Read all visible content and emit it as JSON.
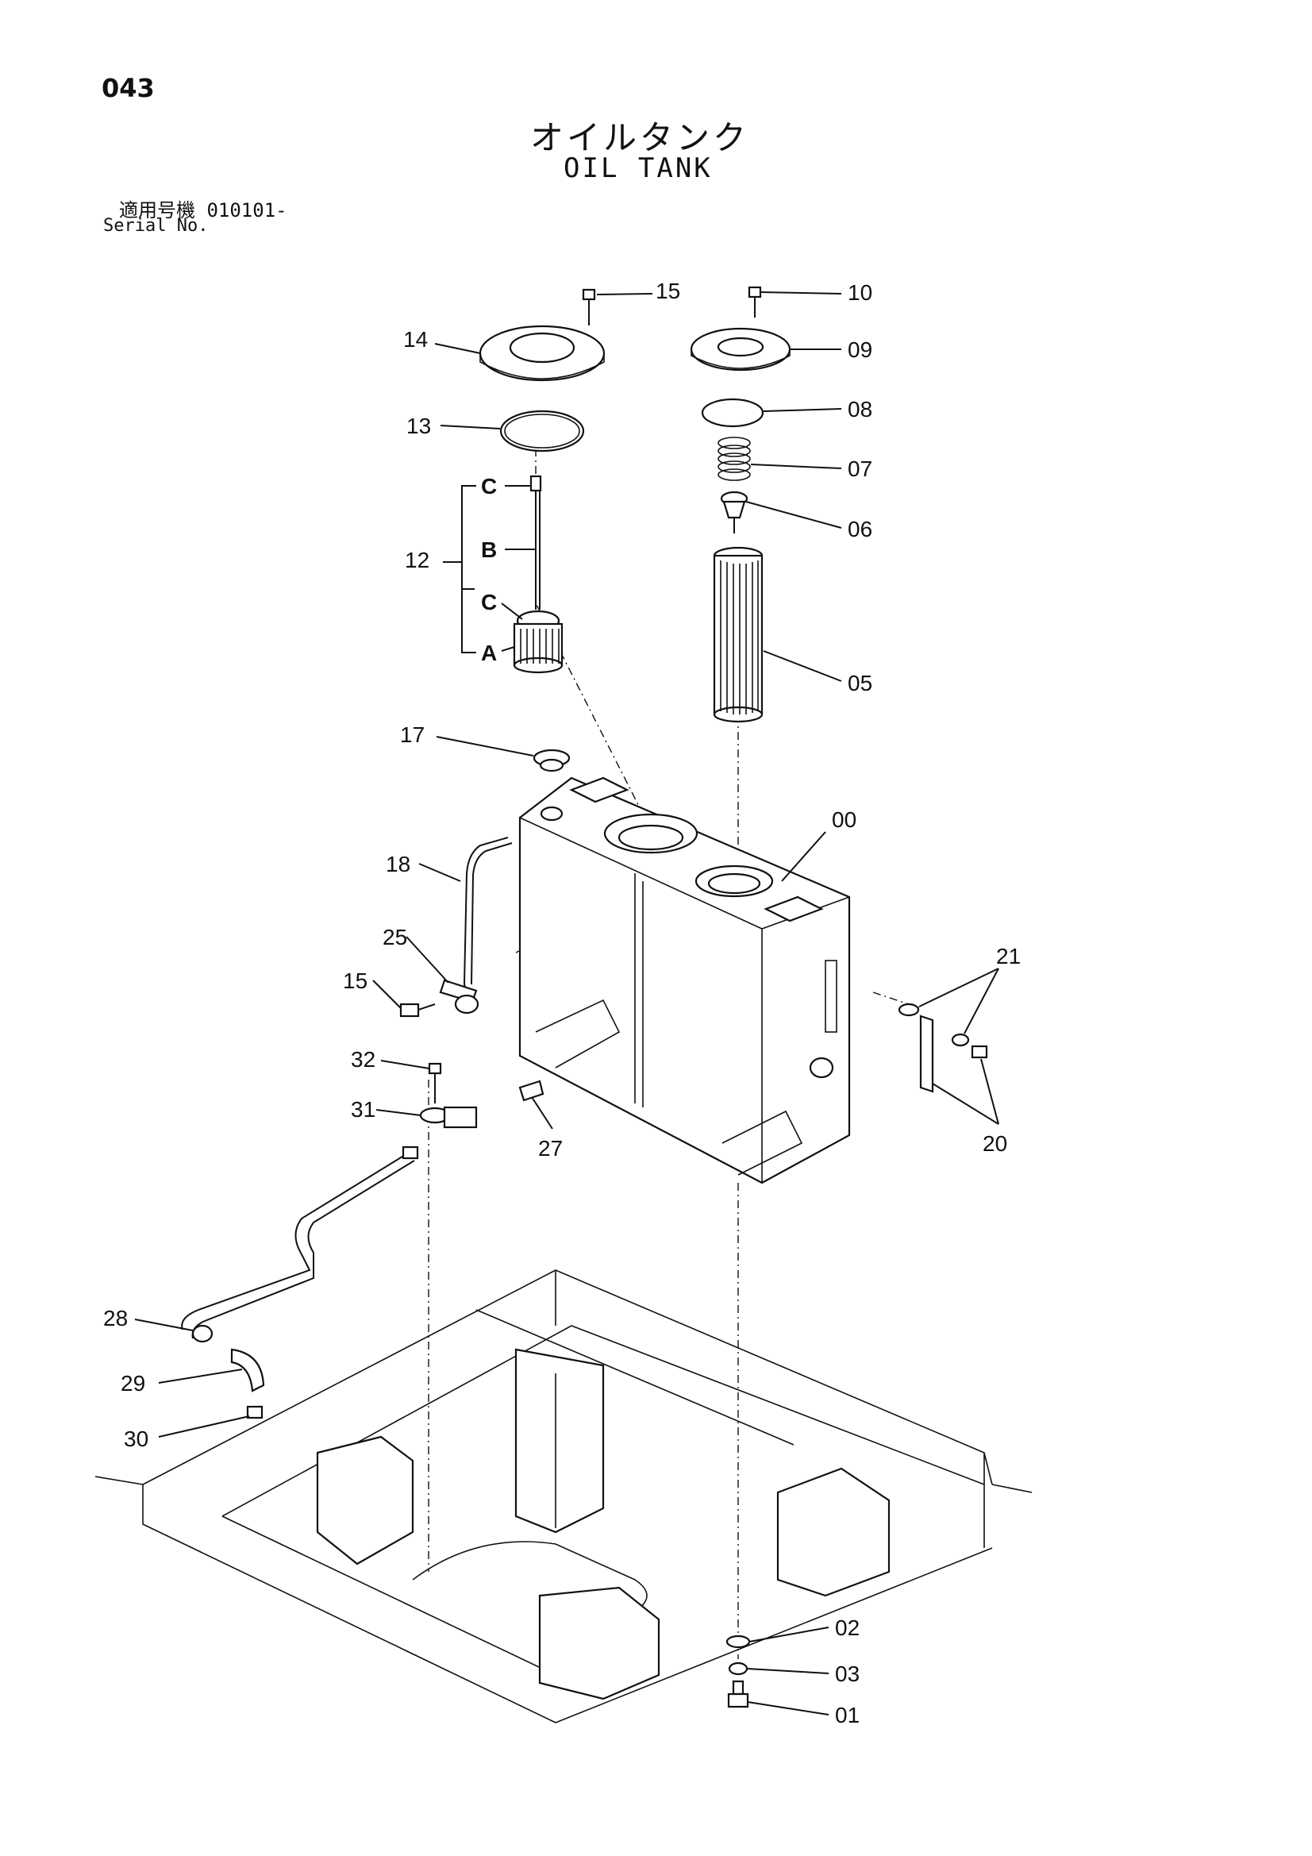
{
  "header": {
    "page_number": "043",
    "title_jp": "オイルタンク",
    "title_en": "OIL TANK",
    "serial_label_jp": "適用号機",
    "serial_value": "010101-",
    "serial_label_en": "Serial No."
  },
  "callouts": {
    "p00": "00",
    "p01": "01",
    "p02": "02",
    "p03": "03",
    "p05": "05",
    "p06": "06",
    "p07": "07",
    "p08": "08",
    "p09": "09",
    "p10": "10",
    "p12": "12",
    "p13": "13",
    "p14": "14",
    "p15a": "15",
    "p15b": "15",
    "p17": "17",
    "p18": "18",
    "p20": "20",
    "p21": "21",
    "p25": "25",
    "p27": "27",
    "p28": "28",
    "p29": "29",
    "p30": "30",
    "p31": "31",
    "p32": "32",
    "subA": "A",
    "subB": "B",
    "subC1": "C",
    "subC2": "C"
  }
}
